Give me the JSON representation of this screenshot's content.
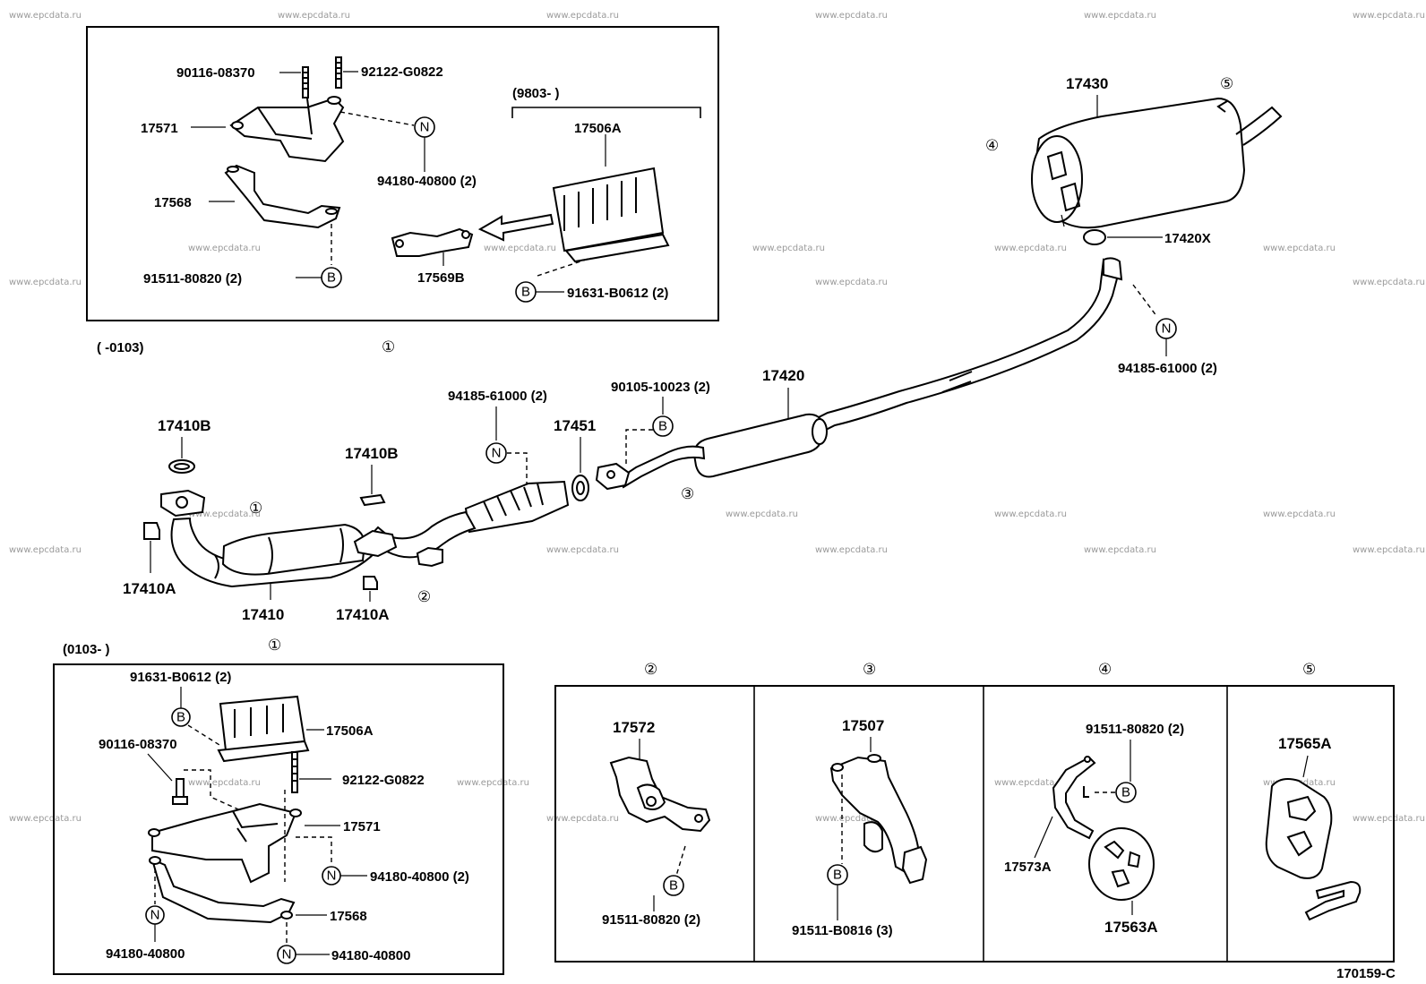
{
  "watermark": "www.epcdata.ru",
  "diagram_code": "170159-C",
  "circled_refs": {
    "r1": "①",
    "r2": "②",
    "r3": "③",
    "r4": "④",
    "r5": "⑤"
  },
  "letters": {
    "N": "N",
    "B": "B"
  },
  "top_box": {
    "date_range": "(   -0103)",
    "sub_range": "(9803-     )",
    "parts": {
      "p90116": "90116-08370",
      "p92122": "92122-G0822",
      "p17571": "17571",
      "p17568": "17568",
      "p94180": "94180-40800 (2)",
      "p91511": "91511-80820 (2)",
      "p17506A": "17506A",
      "p17569B": "17569B",
      "p91631": "91631-B0612 (2)"
    }
  },
  "main": {
    "p17430": "17430",
    "p17420X": "17420X",
    "p94185_right": "94185-61000 (2)",
    "p17420": "17420",
    "p90105": "90105-10023 (2)",
    "p17451": "17451",
    "p94185_left": "94185-61000 (2)",
    "p17410B_a": "17410B",
    "p17410B_b": "17410B",
    "p17410A_a": "17410A",
    "p17410": "17410",
    "p17410A_b": "17410A"
  },
  "bottom_box": {
    "date_range": "(0103-     )",
    "parts": {
      "p91631": "91631-B0612 (2)",
      "p17506A": "17506A",
      "p90116": "90116-08370",
      "p92122": "92122-G0822",
      "p17571": "17571",
      "p94180_a": "94180-40800 (2)",
      "p17568": "17568",
      "p94180_b": "94180-40800",
      "p94180_c": "94180-40800"
    }
  },
  "detail_panels": {
    "d2": {
      "part": "17572",
      "bolt": "91511-80820 (2)"
    },
    "d3": {
      "part": "17507",
      "bolt": "91511-B0816 (3)"
    },
    "d4": {
      "bolt": "91511-80820 (2)",
      "part_a": "17573A",
      "part_b": "17563A"
    },
    "d5": {
      "part": "17565A"
    }
  }
}
